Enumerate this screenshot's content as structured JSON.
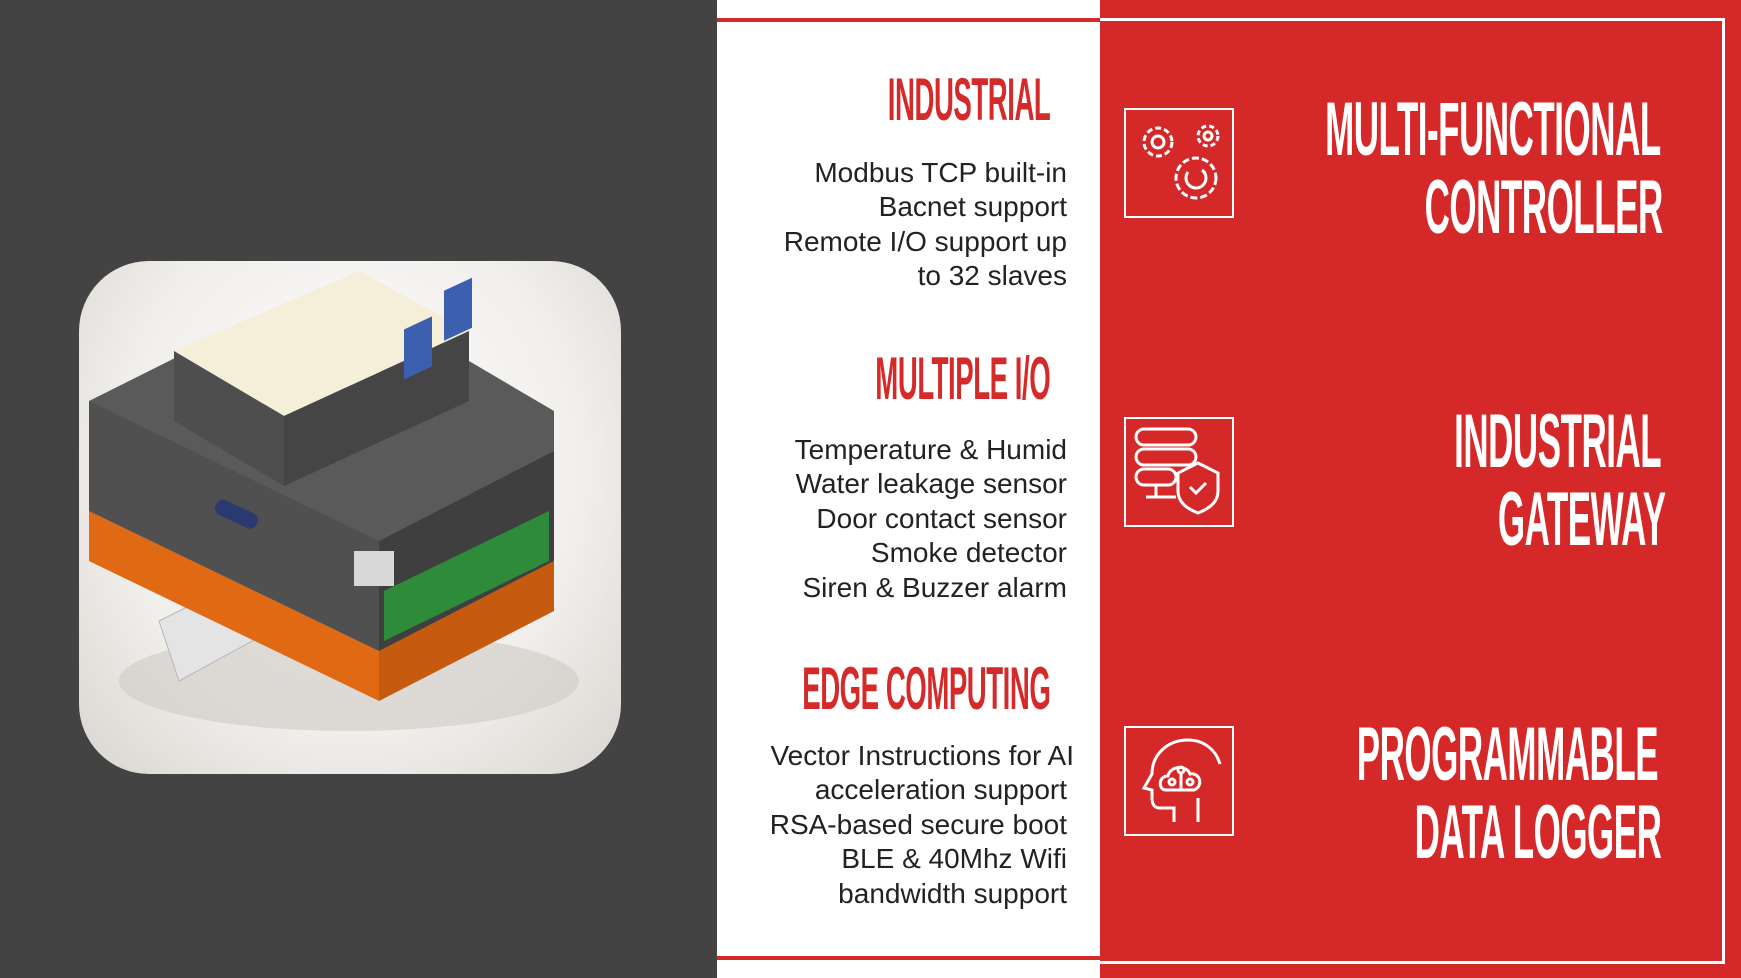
{
  "colors": {
    "accent_red": "#d52829",
    "dark_panel": "#434343"
  },
  "product_image": {
    "icon": "controller-device-image"
  },
  "features": [
    {
      "title": "INDUSTRIAL",
      "lines": [
        "Modbus TCP built-in",
        "Bacnet support",
        "Remote I/O support up",
        "to 32 slaves"
      ]
    },
    {
      "title": "MULTIPLE I/O",
      "lines": [
        "Temperature & Humid",
        "Water leakage sensor",
        "Door contact sensor",
        "Smoke detector",
        "Siren & Buzzer alarm"
      ]
    },
    {
      "title": "EDGE COMPUTING",
      "lines": [
        "Vector Instructions for AI",
        "acceleration support",
        "RSA-based secure boot",
        "BLE & 40Mhz Wifi",
        "bandwidth support"
      ]
    }
  ],
  "roles": [
    {
      "icon": "gears-icon",
      "lines": [
        "MULTI-FUNCTIONAL",
        "CONTROLLER"
      ]
    },
    {
      "icon": "server-shield-icon",
      "lines": [
        "INDUSTRIAL",
        "GATEWAY"
      ]
    },
    {
      "icon": "head-cloud-icon",
      "lines": [
        "PROGRAMMABLE",
        "DATA LOGGER"
      ]
    }
  ]
}
